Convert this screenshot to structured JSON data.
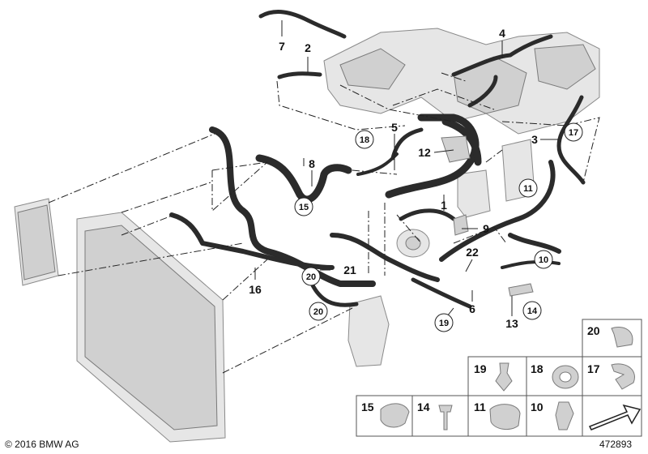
{
  "copyright": "© 2016 BMW AG",
  "document_number": "472893",
  "callouts": {
    "n1": "1",
    "n2": "2",
    "n3": "3",
    "n4": "4",
    "n5": "5",
    "n6": "6",
    "n7": "7",
    "n8": "8",
    "n9": "9",
    "n10": "10",
    "n11": "11",
    "n12": "12",
    "n13": "13",
    "n14": "14",
    "n15": "15",
    "n16": "16",
    "n17": "17",
    "n18": "18",
    "n19": "19",
    "n20": "20",
    "n21": "21",
    "n22": "22"
  },
  "legend": {
    "c20": "20",
    "c19": "19",
    "c18": "18",
    "c17": "17",
    "c15": "15",
    "c14": "14",
    "c11": "11",
    "c10": "10"
  }
}
